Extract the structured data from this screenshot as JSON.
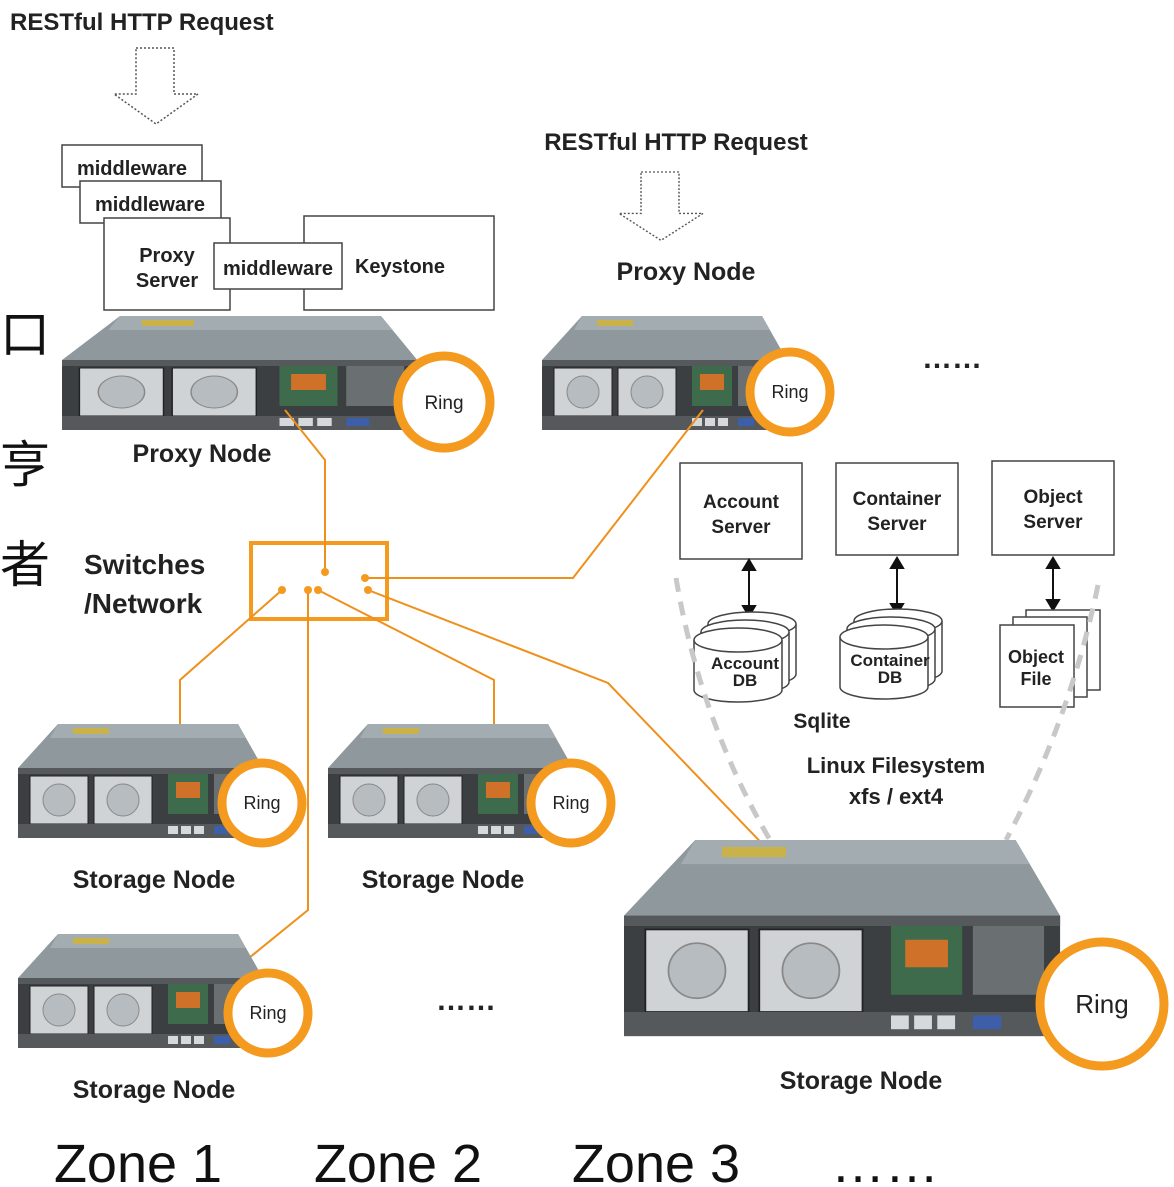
{
  "labels": {
    "restful_top": "RESTful HTTP Request",
    "restful_right": "RESTful HTTP Request",
    "middleware_1": "middleware",
    "middleware_2": "middleware",
    "middleware_3": "middleware",
    "proxy_server_l1": "Proxy",
    "proxy_server_l2": "Server",
    "keystone": "Keystone",
    "proxy_node_left": "Proxy Node",
    "proxy_node_right": "Proxy Node",
    "ellipsis_top": "……",
    "switches_l1": "Switches",
    "switches_l2": "/Network",
    "account_server_l1": "Account",
    "account_server_l2": "Server",
    "container_server_l1": "Container",
    "container_server_l2": "Server",
    "object_server_l1": "Object",
    "object_server_l2": "Server",
    "account_db_l1": "Account",
    "account_db_l2": "DB",
    "container_db_l1": "Container",
    "container_db_l2": "DB",
    "object_file_l1": "Object",
    "object_file_l2": "File",
    "sqlite": "Sqlite",
    "linux_fs_l1": "Linux Filesystem",
    "linux_fs_l2": "xfs / ext4",
    "storage_node_1": "Storage Node",
    "storage_node_2": "Storage Node",
    "storage_node_3": "Storage Node",
    "storage_node_big": "Storage Node",
    "ellipsis_mid": "……",
    "ring": "Ring",
    "cjk_1": "口",
    "cjk_2": "亨",
    "cjk_3": "者"
  },
  "zones": [
    "Zone 1",
    "Zone 2",
    "Zone 3",
    "……"
  ],
  "colors": {
    "accent": "#f39a1f",
    "wire": "#f0901c",
    "server_chassis": "#7e878b",
    "server_front": "#3b3f42"
  }
}
